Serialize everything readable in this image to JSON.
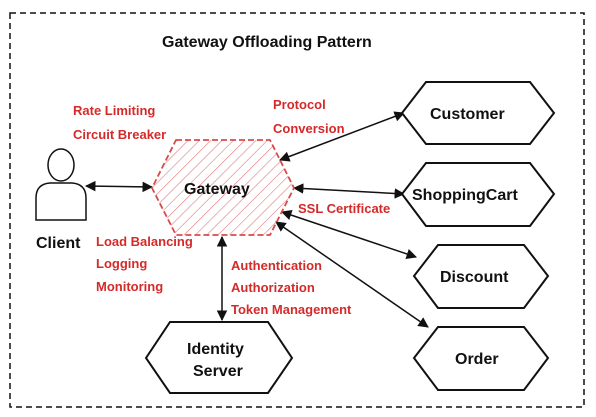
{
  "title": "Gateway Offloading Pattern",
  "colors": {
    "accent": "#d42a2a",
    "stroke": "#111111",
    "background": "#ffffff"
  },
  "nodes": {
    "client": "Client",
    "gateway": "Gateway",
    "customer": "Customer",
    "shopping_cart": "ShoppingCart",
    "discount": "Discount",
    "order": "Order",
    "identity_line1": "Identity",
    "identity_line2": "Server"
  },
  "annotations": {
    "rate_limiting": "Rate Limiting",
    "circuit_breaker": "Circuit Breaker",
    "protocol": "Protocol",
    "conversion": "Conversion",
    "ssl_certificate": "SSL Certificate",
    "load_balancing": "Load Balancing",
    "logging": "Logging",
    "monitoring": "Monitoring",
    "authentication": "Authentication",
    "authorization": "Authorization",
    "token_management": "Token Management"
  }
}
